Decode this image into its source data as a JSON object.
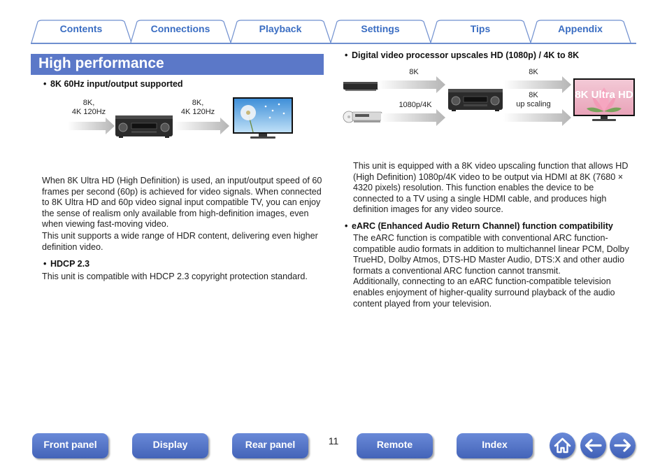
{
  "tabs": [
    {
      "label": "Contents"
    },
    {
      "label": "Connections"
    },
    {
      "label": "Playback"
    },
    {
      "label": "Settings"
    },
    {
      "label": "Tips"
    },
    {
      "label": "Appendix"
    }
  ],
  "left": {
    "section_title": "High performance",
    "bullet1": "8K 60Hz input/output supported",
    "diagram1": {
      "in_label_line1": "8K,",
      "in_label_line2": "4K 120Hz",
      "out_label_line1": "8K,",
      "out_label_line2": "4K 120Hz"
    },
    "para1": [
      "When 8K Ultra HD (High Definition) is used, an input/output speed of 60",
      "frames per second (60p) is achieved for video signals. When connected",
      "to 8K Ultra HD and 60p video signal input compatible TV, you can enjoy",
      "the sense of realism only available from high-definition images, even",
      "when viewing fast-moving video."
    ],
    "para2": [
      "This unit supports a wide range of HDR content, delivering even higher",
      "definition video."
    ],
    "bullet2": "HDCP 2.3",
    "para3": "This unit is compatible with HDCP 2.3 copyright protection standard."
  },
  "right": {
    "bullet1": "Digital video processor upscales HD (1080p) / 4K to 8K",
    "diagram2": {
      "label_8k_in": "8K",
      "label_1080": "1080p/4K",
      "label_8k_out": "8K",
      "label_8k_up1": "8K",
      "label_8k_up2": "up scaling",
      "tv_text": "8K Ultra HD"
    },
    "para1": [
      "This unit is equipped with a 8K video upscaling function that allows HD",
      "(High Definition) 1080p/4K video to be output via HDMI at 8K (7680 ×",
      "4320 pixels) resolution. This function enables the device to be",
      "connected to a TV using a single HDMI cable, and produces high",
      "definition images for any video source."
    ],
    "bullet2": "eARC (Enhanced Audio Return Channel) function compatibility",
    "para2": [
      "The eARC function is compatible with conventional ARC function-",
      "compatible audio formats in addition to multichannel linear PCM, Dolby",
      "TrueHD, Dolby Atmos, DTS-HD Master Audio, DTS:X and other audio",
      "formats a conventional ARC function cannot transmit.",
      "Additionally, connecting to an eARC function-compatible television",
      "enables enjoyment of higher-quality surround playback of the audio",
      "content played from your television."
    ]
  },
  "footer": {
    "buttons": [
      {
        "label": "Front panel"
      },
      {
        "label": "Display"
      },
      {
        "label": "Rear panel"
      },
      {
        "label": "Remote"
      },
      {
        "label": "Index"
      }
    ],
    "page_number": "11",
    "icons": [
      "home-icon",
      "back-arrow-icon",
      "forward-arrow-icon"
    ]
  },
  "colors": {
    "accent": "#3a6dc2",
    "heading_bg": "#5b78c8",
    "button_bg": "#4f6fc4",
    "arrow_gray": "#bdbdbd"
  }
}
